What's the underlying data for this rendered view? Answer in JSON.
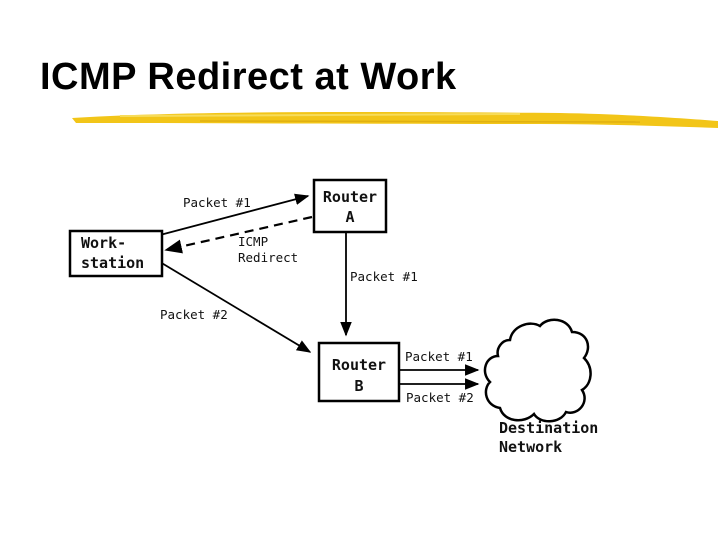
{
  "title": "ICMP Redirect at Work",
  "colors": {
    "underline": "#f2c518",
    "ink": "#000000",
    "background": "#ffffff"
  },
  "nodes": {
    "workstation": {
      "line1": "Work-",
      "line2": "station"
    },
    "router_a": {
      "line1": "Router",
      "line2": "A"
    },
    "router_b": {
      "line1": "Router",
      "line2": "B"
    },
    "destination": {
      "line1": "Destination",
      "line2": "Network"
    }
  },
  "edges": {
    "ws_to_a": "Packet #1",
    "redirect_line1": "ICMP",
    "redirect_line2": "Redirect",
    "a_to_b": "Packet #1",
    "ws_to_b": "Packet #2",
    "b_to_dest_1": "Packet #1",
    "b_to_dest_2": "Packet #2"
  }
}
